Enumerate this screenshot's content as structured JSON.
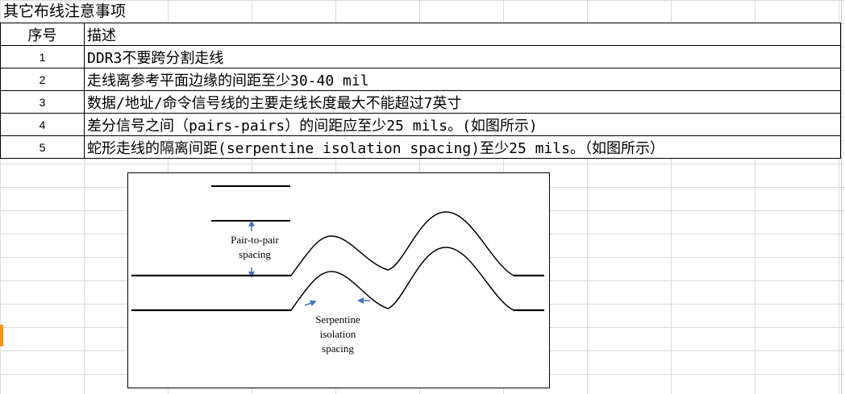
{
  "sheet": {
    "title": "其它布线注意事项"
  },
  "table": {
    "headers": {
      "index": "序号",
      "desc": "描述"
    },
    "rows": [
      {
        "index": "1",
        "desc": "DDR3不要跨分割走线"
      },
      {
        "index": "2",
        "desc": "走线离参考平面边缘的间距至少30-40 mil"
      },
      {
        "index": "3",
        "desc": "数据/地址/命令信号线的主要走线长度最大不能超过7英寸"
      },
      {
        "index": "4",
        "desc": "差分信号之间（pairs-pairs）的间距应至少25 mils。(如图所示)"
      },
      {
        "index": "5",
        "desc": "蛇形走线的隔离间距(serpentine isolation spacing)至少25 mils。（如图所示）"
      }
    ]
  },
  "figure": {
    "pair_label_line1": "Pair-to-pair",
    "pair_label_line2": "spacing",
    "serp_label_line1": "Serpentine",
    "serp_label_line2": "isolation",
    "serp_label_line3": "spacing",
    "arrow_color": "#4472c4",
    "line_color": "#000000"
  },
  "colors": {
    "gridline": "#dadada",
    "border": "#000000",
    "accent_tab": "#f7931e"
  }
}
